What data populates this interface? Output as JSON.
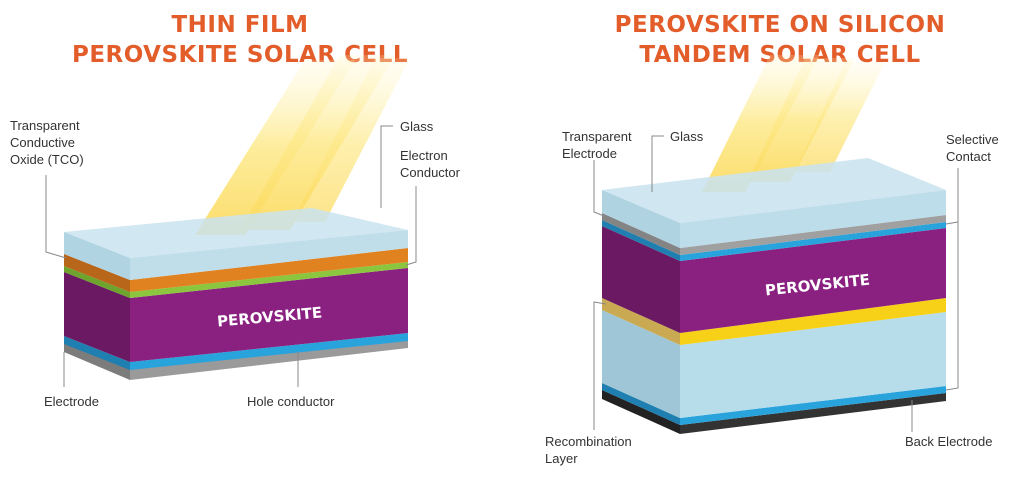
{
  "left_cell": {
    "title_line1": "THIN FILM",
    "title_line2": "PEROVSKITE SOLAR CELL",
    "layer_text": "PEROVSKITE",
    "labels": {
      "tco": "Transparent\nConductive\nOxide (TCO)",
      "glass": "Glass",
      "electron_conductor": "Electron\nConductor",
      "electrode": "Electrode",
      "hole_conductor": "Hole conductor"
    }
  },
  "right_cell": {
    "title_line1": "PEROVSKITE ON SILICON",
    "title_line2": "TANDEM SOLAR CELL",
    "layer_text": "PEROVSKITE",
    "labels": {
      "transparent_electrode": "Transparent\nElectrode",
      "glass": "Glass",
      "selective_contact": "Selective\nContact",
      "recombination_layer": "Recombination\nLayer",
      "back_electrode": "Back Electrode"
    }
  },
  "colors": {
    "title": "#e35d2b",
    "perovskite": "#8a2080",
    "glass": "#c9e3ee",
    "tco": "#e0821f",
    "electron": "#8cc63f",
    "blue": "#29a3dc",
    "grey": "#9a9a9a",
    "yellow": "#f7d117",
    "silicon": "#b7dcea",
    "back": "#333333"
  }
}
